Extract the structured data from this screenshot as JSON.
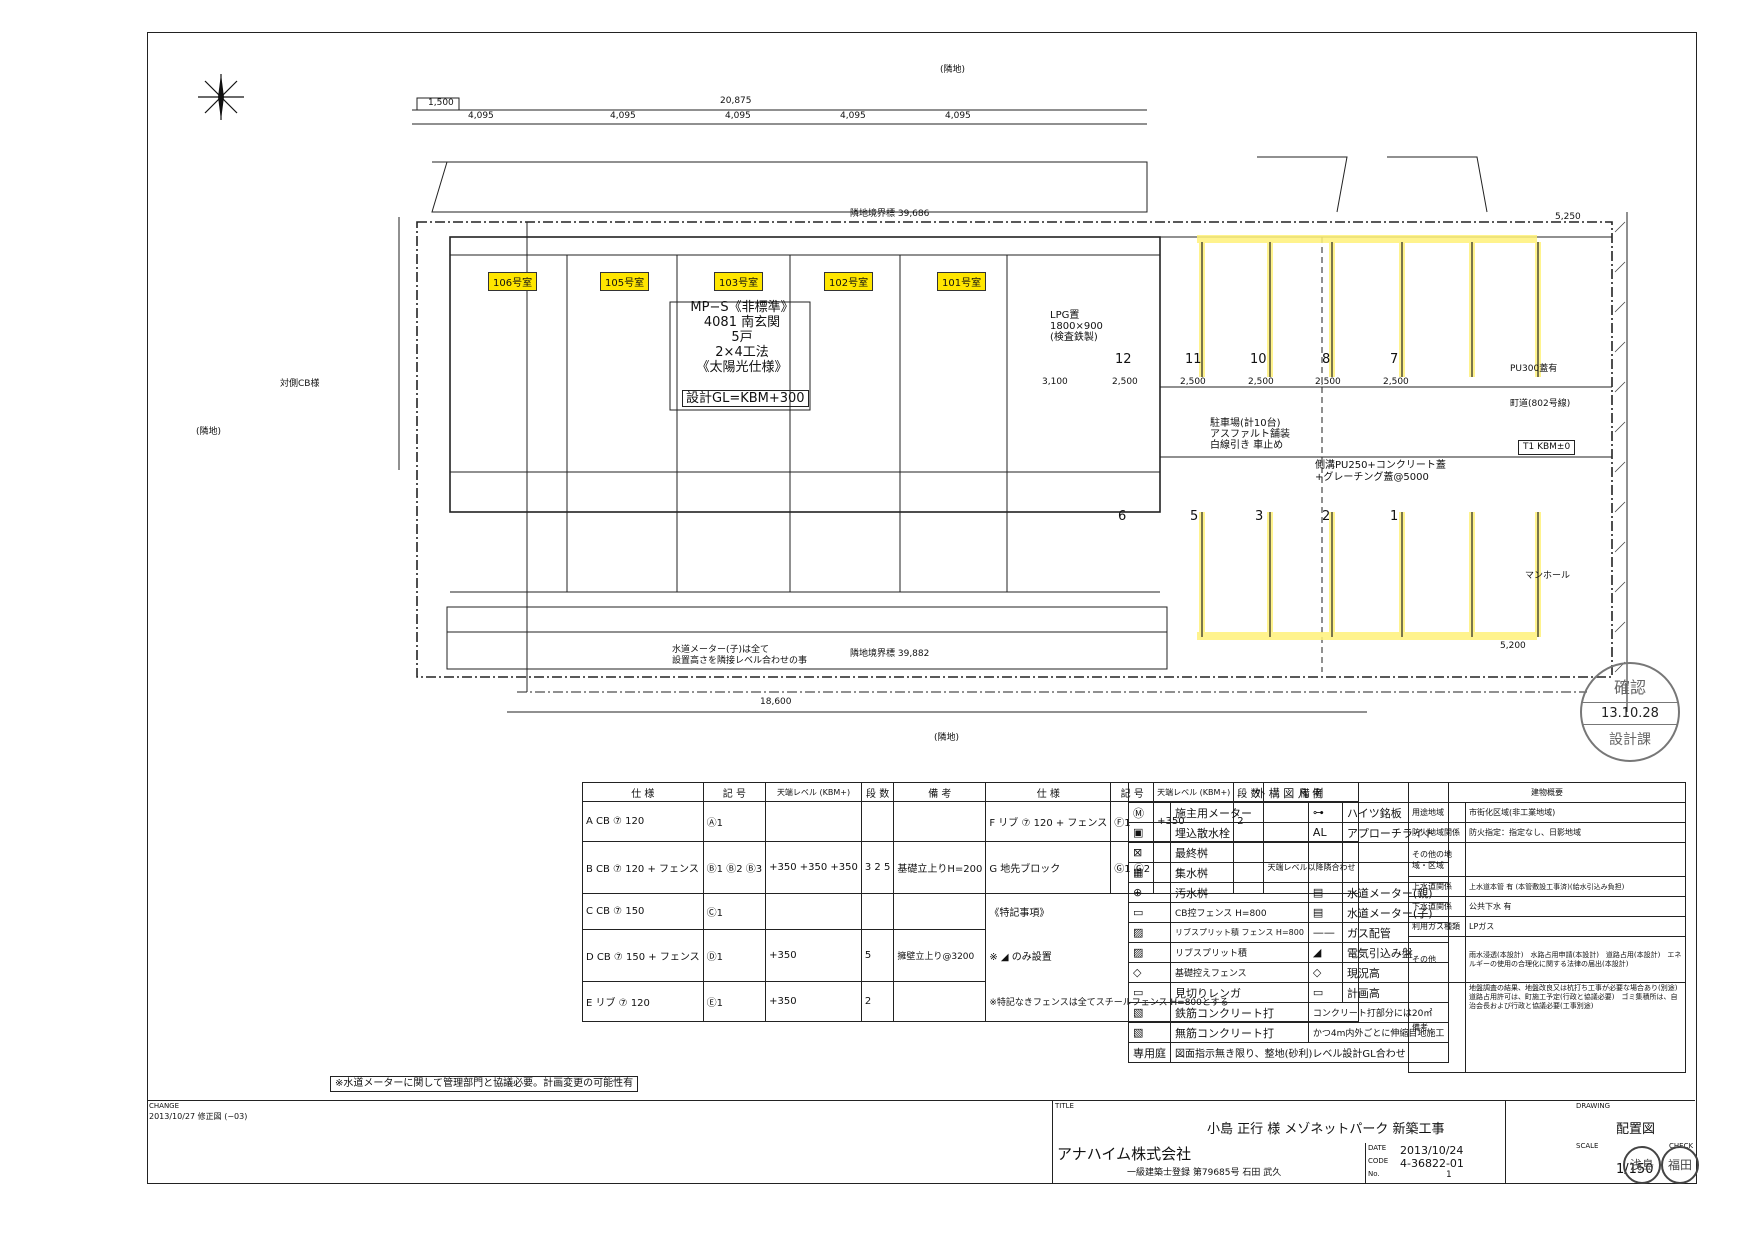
{
  "north_label": "",
  "plan": {
    "neighbor_top": "(隣地)",
    "neighbor_bottom": "(隣地)",
    "neighbor_left": "(隣地)",
    "dims_top": [
      "1,500",
      "4,095",
      "4,095",
      "4,095",
      "4,095",
      "4,095"
    ],
    "dim_total": "20,875",
    "rooms": [
      "106号室",
      "105号室",
      "103号室",
      "102号室",
      "101号室"
    ],
    "building_text": [
      "MP−S《非標準》",
      "4081 南玄関",
      "5戸",
      "2×4工法",
      "《太陽光仕様》"
    ],
    "design_gl": "設計GL=KBM+300",
    "parking_top": [
      "12",
      "11",
      "10",
      "8",
      "7"
    ],
    "parking_bottom": [
      "6",
      "5",
      "3",
      "2",
      "1"
    ],
    "parking_dims": [
      "3,100",
      "2,500",
      "2,500",
      "2,500",
      "2,500",
      "2,500"
    ],
    "parking_note": [
      "駐車場(計10台)",
      "アスファルト舗装",
      "白線引き 車止め"
    ],
    "drain_note": [
      "側溝PU250+コンクリート蓋",
      "+グレーチング蓋@5000"
    ],
    "lpg_note": [
      "LPG置",
      "1800×900",
      "(検査鉄製)"
    ],
    "road_label": "町道(802号線)",
    "pu300": "PU300蓋有",
    "t1": "T1 KBM±0",
    "manhole": "マンホール",
    "cb_label": "対側CB様",
    "dim_bottom": "18,600",
    "dim_5250": "5,250",
    "dim_5200": "5,200",
    "bm_top": "隣地境界標 39,686",
    "bm_bottom": "隣地境界標 39,882",
    "meter_note": [
      "水道メーター(子)は全て",
      "設置高さを隣接レベル合わせの事"
    ],
    "stamp_text": [
      "確認",
      "13.10.28",
      "設計課"
    ]
  },
  "spec_table": {
    "headers": [
      "仕 様",
      "記 号",
      "天端レベル (KBM+)",
      "段 数",
      "備 考",
      "仕 様",
      "記 号",
      "天端レベル (KBM+)",
      "段 数",
      "備 考"
    ],
    "rows": [
      [
        "A  CB ⑦ 120",
        "Ⓐ1",
        "",
        "",
        "",
        "F  リブ ⑦ 120 + フェンス",
        "Ⓕ1",
        "+350",
        "2",
        ""
      ],
      [
        "B  CB ⑦ 120 + フェンス",
        "Ⓑ1 Ⓑ2 Ⓑ3",
        "+350 +350 +350",
        "3 2 5",
        "基礎立上りH=200",
        "G  地先ブロック",
        "Ⓖ1 Ⓖ2",
        "",
        "",
        "天端レベル以降隣合わせ"
      ],
      [
        "C  CB ⑦ 150",
        "Ⓒ1",
        "",
        "",
        "",
        "《特記事項》",
        "",
        "",
        "",
        ""
      ],
      [
        "D  CB ⑦ 150 + フェンス",
        "Ⓓ1",
        "+350",
        "5",
        "擁壁立上り@3200",
        "※ ◢ のみ設置",
        "",
        "",
        "",
        ""
      ],
      [
        "E  リブ ⑦ 120",
        "Ⓔ1",
        "+350",
        "2",
        "",
        "※特記なきフェンスは全てスチールフェンス H=800とする",
        "",
        "",
        "",
        ""
      ]
    ],
    "footnote": "※水道メーターに関して管理部門と協議必要。計画変更の可能性有"
  },
  "legend": {
    "title": "外 構 図 凡 例",
    "items": [
      [
        "Ⓜ",
        "施主用メーター",
        "⊶",
        "ハイツ銘板"
      ],
      [
        "▣",
        "埋込散水栓",
        "AL",
        "アプローチライト"
      ],
      [
        "⊠",
        "最終桝",
        "",
        ""
      ],
      [
        "▦",
        "集水桝",
        "",
        ""
      ],
      [
        "⊕",
        "汚水桝",
        "▤",
        "水道メーター(親)"
      ],
      [
        "▭",
        "CB控フェンス H=800",
        "▤",
        "水道メーター(子)"
      ],
      [
        "▨",
        "リブスプリット積 フェンス H=800",
        "——",
        "ガス配管"
      ],
      [
        "▨",
        "リブスプリット積",
        "◢",
        "電気引込み盤"
      ],
      [
        "◇",
        "基礎控えフェンス",
        "◇",
        "現況高"
      ],
      [
        "▭",
        "見切りレンガ",
        "▭",
        "計画高"
      ],
      [
        "▧",
        "鉄筋コンクリート打",
        "",
        "コンクリート打部分には20㎡"
      ],
      [
        "▧",
        "無筋コンクリート打",
        "",
        "かつ4m内外ごとに伸縮目地施工"
      ],
      [
        "専用庭",
        "図面指示無き限り、整地(砂利)レベル設計GL合わせ",
        "",
        ""
      ]
    ]
  },
  "info": {
    "title": "建物概要",
    "rows": [
      [
        "用途地域",
        "市街化区域(非工業地域)"
      ],
      [
        "防火地域関係",
        "防火指定：指定なし、日影地域"
      ],
      [
        "その他の地域・区域",
        ""
      ],
      [
        "上水道関係",
        "上水道本管 有 (本管敷設工事済)(給水引込み負担)"
      ],
      [
        "下水道関係",
        "公共下水 有"
      ],
      [
        "利用ガス種類",
        "LPガス"
      ],
      [
        "その他",
        "雨水浸透(本設計)　水路占用申請(本設計)　道路占用(本設計)　エネルギーの使用の合理化に関する法律の届出(本設計)"
      ],
      [
        "備考",
        "地盤調査の結果、地盤改良又は杭打ち工事が必要な場合あり(別途)　道路占用許可は、町施工予定(行政と協議必要)　ゴミ集積所は、自治会長および行政と協議必要(工事別途)"
      ]
    ]
  },
  "title_block": {
    "change_label": "CHANGE",
    "change_entry": "2013/10/27 修正図 (−03)",
    "title_label": "TITLE",
    "drawing_label": "DRAWING",
    "project": "小島 正行 様 メゾネットパーク 新築工事",
    "drawing": "配置図",
    "company": "アナハイム株式会社",
    "architect": "一級建築士登録 第79685号 石田 武久",
    "date_label": "DATE",
    "date": "2013/10/24",
    "code_label": "CODE",
    "code": "4-36822-01",
    "no_label": "No.",
    "no": "1",
    "scale_label": "SCALE",
    "scale": "1/150",
    "check_label": "CHECK",
    "seal1": "浅島",
    "seal2": "福田"
  }
}
